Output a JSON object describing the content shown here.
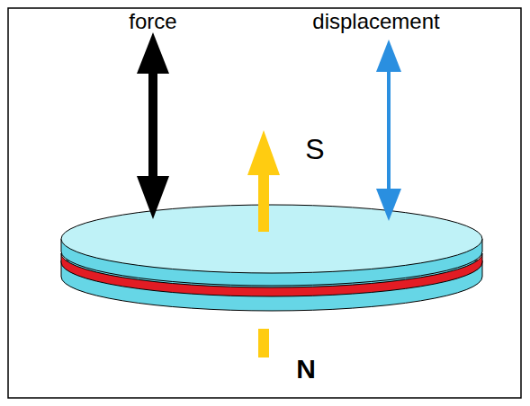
{
  "diagram": {
    "labels": [
      "force",
      "displacement",
      "S",
      "N"
    ]
  }
}
